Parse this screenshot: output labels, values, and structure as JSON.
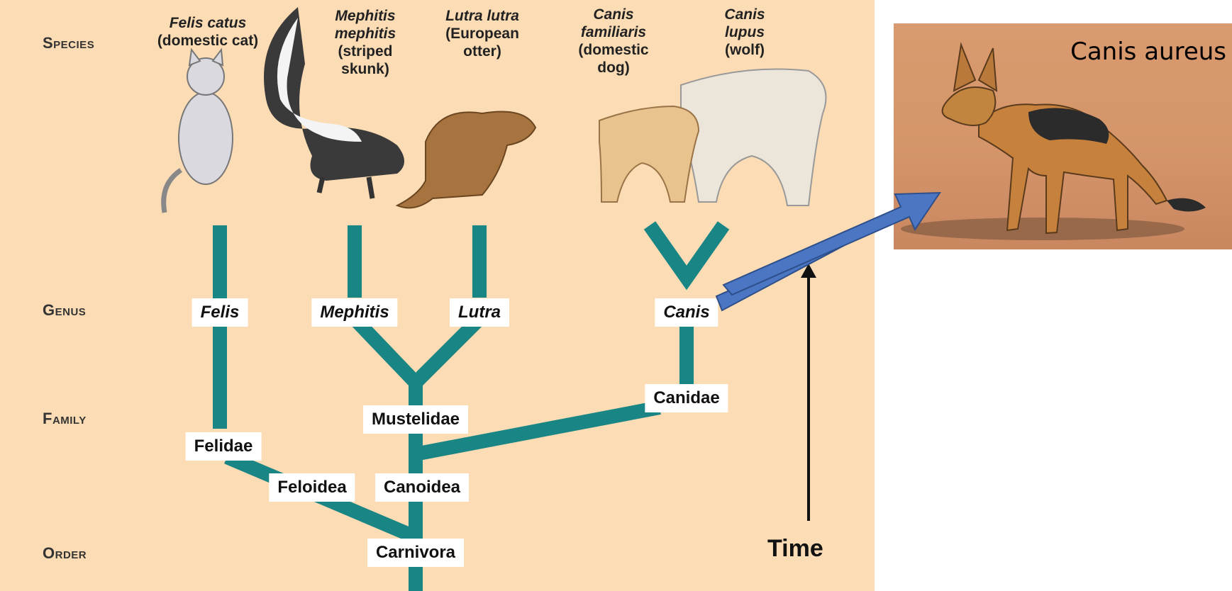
{
  "ranks": {
    "species": "Species",
    "genus": "Genus",
    "family": "Family",
    "order": "Order"
  },
  "species": [
    {
      "scientific": "Felis catus",
      "common": "(domestic cat)"
    },
    {
      "scientific": "Mephitis mephitis",
      "common": "(striped skunk)"
    },
    {
      "scientific": "Lutra lutra",
      "common": "(European otter)"
    },
    {
      "scientific": "Canis familiaris",
      "common": "(domestic dog)"
    },
    {
      "scientific": "Canis lupus",
      "common": "(wolf)"
    }
  ],
  "genus": {
    "felis": "Felis",
    "mephitis": "Mephitis",
    "lutra": "Lutra",
    "canis": "Canis"
  },
  "family": {
    "felidae": "Felidae",
    "mustelidae": "Mustelidae",
    "canidae": "Canidae"
  },
  "superfamily": {
    "feloidea": "Feloidea",
    "canoidea": "Canoidea"
  },
  "order": {
    "carnivora": "Carnivora"
  },
  "time_label": "Time",
  "photo": {
    "caption": "Canis aureus"
  },
  "colors": {
    "background": "#fcdcb4",
    "branch": "#1a8585",
    "arrow_fill": "#4a76c4",
    "arrow_stroke": "#2e4f8a"
  }
}
